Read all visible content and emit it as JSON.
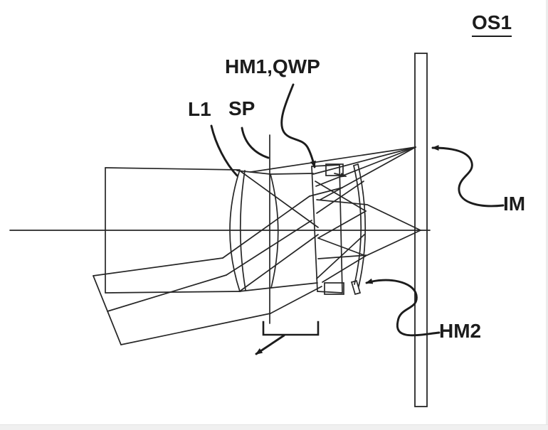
{
  "figure": {
    "type": "patent-optical-diagram",
    "system_label": "OS1",
    "labels": {
      "hm1_qwp": "HM1,QWP",
      "l1": "L1",
      "sp": "SP",
      "im": "IM",
      "hm2": "HM2"
    },
    "components": {
      "optical_system": "OS1",
      "half_mirror_1_and_quarter_wave_plate": "HM1,QWP",
      "first_lens": "L1",
      "aperture_stop": "SP",
      "image_plane": "IM",
      "half_mirror_2": "HM2"
    },
    "colors": {
      "line": "#262626",
      "text": "#1c1c1c",
      "background": "#ffffff",
      "footer_strip": "#f0f0f0"
    }
  }
}
